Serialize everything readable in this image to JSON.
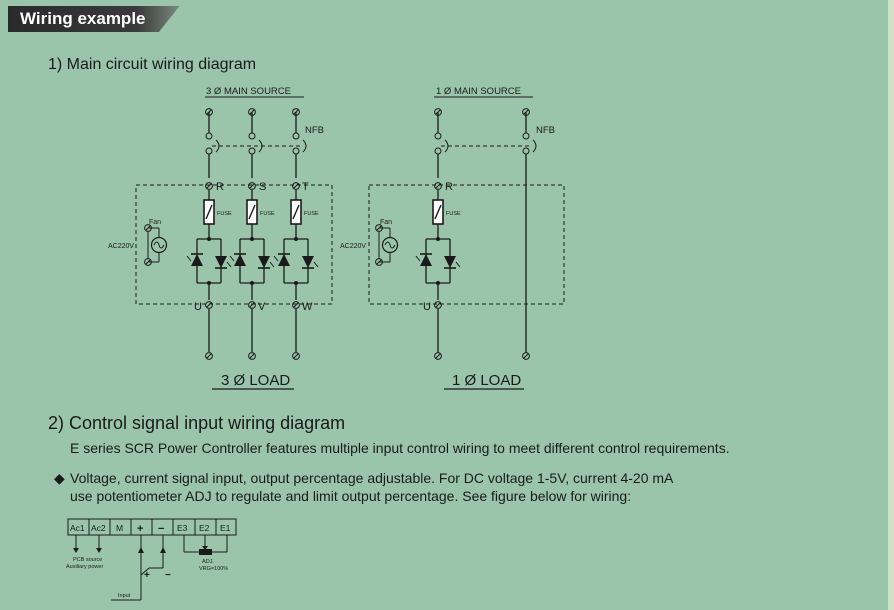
{
  "header": {
    "title": "Wiring example"
  },
  "section1": {
    "title": "1)  Main circuit wiring diagram",
    "three_phase": {
      "source_label": "3 Ø MAIN  SOURCE",
      "nfb_label": "NFB",
      "input_terminals": [
        "R",
        "S",
        "T"
      ],
      "output_terminals": [
        "U",
        "V",
        "W"
      ],
      "fuse_label": "FUSE",
      "fan_label": "Fan",
      "ac_label": "AC220V",
      "load_label": "3 Ø LOAD"
    },
    "single_phase": {
      "source_label": "1 Ø MAIN  SOURCE",
      "nfb_label": "NFB",
      "input_terminal": "R",
      "output_terminal": "U",
      "fuse_label": "FUSE",
      "fan_label": "Fan",
      "ac_label": "AC220V",
      "load_label": "1 Ø LOAD"
    }
  },
  "section2": {
    "title": "2)  Control signal input wiring diagram",
    "description": "E series SCR Power Controller features multiple input control wiring to meet different control requirements.",
    "bullet_line1": "Voltage, current signal input, output percentage adjustable. For DC voltage 1-5V, current 4-20 mA",
    "bullet_line2": "use potentiometer ADJ to regulate and limit output percentage. See figure below for wiring:",
    "terminal_block": {
      "terminals": [
        "Ac1",
        "Ac2",
        "M",
        "+",
        "−",
        "E3",
        "E2",
        "E1"
      ],
      "pcb_label": "PCB  source",
      "aux_label": "Auxiliary power",
      "plus_label": "+",
      "minus_label": "−",
      "input_label": "Input",
      "adj_label": "ADJ.",
      "vrg_label": "VRG=100%"
    }
  },
  "colors": {
    "background": "#9bc5ab",
    "header_bg": "#2a2a2a",
    "line": "#1a1a1a"
  }
}
